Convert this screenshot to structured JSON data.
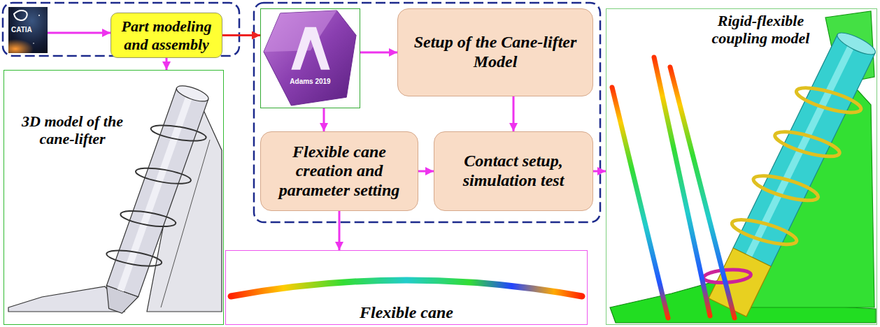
{
  "diagram": {
    "nodes": [
      {
        "text": [
          "CATIA"
        ]
      },
      {
        "text": [
          "Part modeling and assembly"
        ]
      },
      {
        "text": [
          "Adams 2019"
        ]
      },
      {
        "text": [
          "Setup of the Cane-lifter Model"
        ]
      },
      {
        "text": [
          "3D model of the cane-lifter"
        ]
      },
      {
        "text": [
          "Flexible cane creation and parameter setting"
        ]
      },
      {
        "text": [
          "Contact setup, simulation test"
        ]
      },
      {
        "text": [
          "Rigid-flexible coupling model"
        ]
      },
      {
        "text": [
          "Flexible cane"
        ]
      }
    ],
    "edges": [
      {
        "from": 0,
        "to": 1,
        "arrow": "to"
      },
      {
        "from": 1,
        "to": 2,
        "arrow": "to"
      },
      {
        "from": 1,
        "to": 4,
        "arrow": "to"
      },
      {
        "from": 2,
        "to": 3,
        "arrow": "to"
      },
      {
        "from": 2,
        "to": 5,
        "arrow": "to"
      },
      {
        "from": 3,
        "to": 6,
        "arrow": "to"
      },
      {
        "from": 5,
        "to": 6,
        "arrow": "to"
      },
      {
        "from": 6,
        "to": 7,
        "arrow": "to"
      },
      {
        "from": 5,
        "to": 8,
        "arrow": "to"
      }
    ]
  }
}
